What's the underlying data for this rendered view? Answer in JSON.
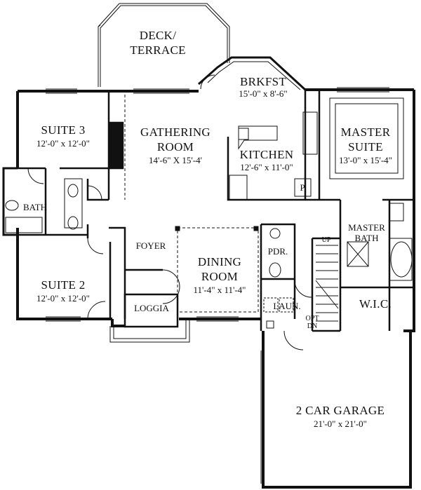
{
  "rooms": {
    "deck": {
      "name_line1": "DECK/",
      "name_line2": "TERRACE"
    },
    "breakfast": {
      "name": "BRKFST",
      "dims": "15'-0\" x 8'-6\""
    },
    "gathering": {
      "name_line1": "GATHERING",
      "name_line2": "ROOM",
      "dims": "14'-6\" X 15'-4'"
    },
    "kitchen": {
      "name": "KITCHEN",
      "dims": "12'-6\" x 11'-0\"",
      "pantry": "P."
    },
    "suite3": {
      "name": "SUITE 3",
      "dims": "12'-0\" x 12'-0\""
    },
    "master_suite": {
      "name_line1": "MASTER",
      "name_line2": "SUITE",
      "dims": "13'-0\" x 15'-4\""
    },
    "bath": {
      "name": "BATH"
    },
    "master_bath": {
      "name_line1": "MASTER",
      "name_line2": "BATH"
    },
    "foyer": {
      "name": "FOYER"
    },
    "dining": {
      "name_line1": "DINING",
      "name_line2": "ROOM",
      "dims": "11'-4\" x 11'-4\""
    },
    "powder": {
      "name": "PDR."
    },
    "suite2": {
      "name": "SUITE 2",
      "dims": "12'-0\" x 12'-0\""
    },
    "loggia": {
      "name": "LOGGIA"
    },
    "laundry": {
      "name": "LAUN."
    },
    "wic": {
      "name": "W.I.C."
    },
    "garage": {
      "name": "2 CAR GARAGE",
      "dims": "21'-0\" x 21'-0\""
    }
  },
  "stairs": {
    "up": "UP",
    "opt": "OPT",
    "dn": "DN"
  }
}
